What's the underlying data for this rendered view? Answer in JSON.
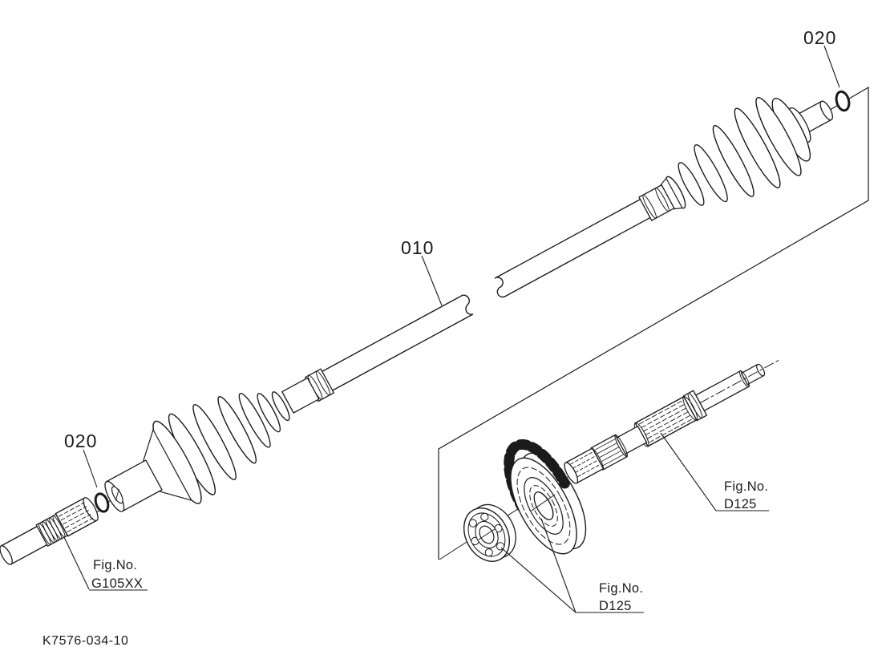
{
  "figure": {
    "drawing_number": "K7576-034-10",
    "callouts": {
      "c010": "010",
      "c020_top": "020",
      "c020_left": "020"
    },
    "refs": {
      "g105": {
        "prefix": "Fig.No.",
        "code": "G105XX"
      },
      "d125_shaft": {
        "prefix": "Fig.No.",
        "code": "D125"
      },
      "d125_gear": {
        "prefix": "Fig.No.",
        "code": "D125"
      }
    },
    "colors": {
      "background": "#ffffff",
      "line": "#1b1b1b"
    }
  }
}
